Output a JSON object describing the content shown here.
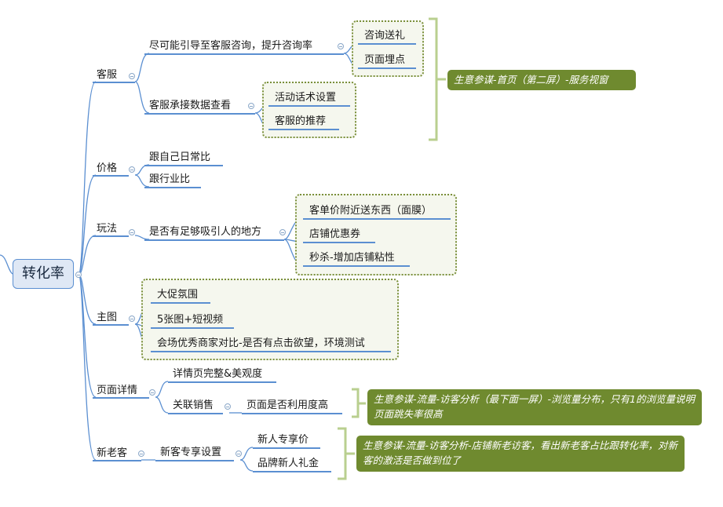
{
  "root": {
    "label": "转化率"
  },
  "branches": {
    "kefu": {
      "label": "客服",
      "sub1": {
        "label": "尽可能引导至客服咨询，提升咨询率",
        "items": [
          "咨询送礼",
          "页面埋点"
        ]
      },
      "sub2": {
        "label": "客服承接数据查看",
        "items": [
          "活动话术设置",
          "客服的推荐"
        ]
      }
    },
    "jiage": {
      "label": "价格",
      "items": [
        "跟自己日常比",
        "跟行业比"
      ]
    },
    "wanfa": {
      "label": "玩法",
      "sub1": {
        "label": "是否有足够吸引人的地方",
        "items": [
          "客单价附近送东西（面膜）",
          "店铺优惠券",
          "秒杀-增加店铺粘性"
        ]
      }
    },
    "zhutu": {
      "label": "主图",
      "items": [
        "大促氛围",
        "5张图+短视频",
        "会场优秀商家对比-是否有点击欲望，环境测试"
      ]
    },
    "xiangqing": {
      "label": "页面详情",
      "item1": "详情页完整&美观度",
      "sub2": {
        "label": "关联销售",
        "items": [
          "页面是否利用度高"
        ]
      }
    },
    "xinlao": {
      "label": "新老客",
      "sub1": {
        "label": "新客专享设置",
        "items": [
          "新人专享价",
          "品牌新人礼金"
        ]
      }
    }
  },
  "notes": {
    "kefu": "生意参谋-首页（第二屏）-服务视窗",
    "xiangqing": "生意参谋-流量-访客分析（最下面一屏）-浏览量分布，只有1的浏览量说明页面跳失率很高",
    "xinlao": "生意参谋-流量-访客分析-店铺新老访客，看出新老客占比跟转化率，对新客的激活是否做到位了"
  },
  "colors": {
    "connector": "#5b8fd1",
    "group_border": "#7a8f3a",
    "note_bg": "#6f8a2f",
    "bracket": "#b9cf8f"
  }
}
